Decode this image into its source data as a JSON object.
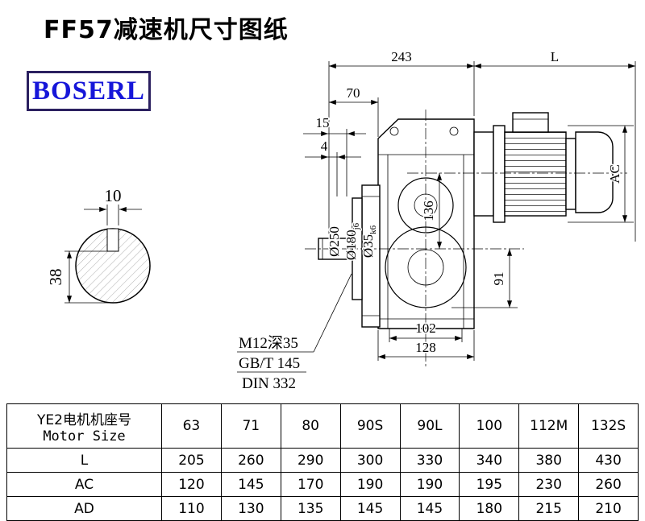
{
  "page": {
    "title": "FF57减速机尺寸图纸",
    "logo": "BOSERL"
  },
  "drawing": {
    "dims": {
      "top_width": "243",
      "motor_length": "L",
      "d70": "70",
      "d15": "15",
      "d4": "4",
      "key_width": "10",
      "shaft_section_height": "38",
      "flange_dia": "Ø250",
      "spigot_dia": "Ø180",
      "spigot_tol": "j6",
      "shaft_dia": "Ø35",
      "shaft_tol": "k6",
      "axis_height": "136",
      "motor_dia": "AC",
      "d91": "91",
      "d102": "102",
      "d128": "128"
    },
    "notes": {
      "tap": "M12深35",
      "std1": "GB/T 145",
      "std2": "DIN 332"
    }
  },
  "table": {
    "header": {
      "line1": "YE2电机机座号",
      "line2": "Motor Size"
    },
    "columns": [
      "63",
      "71",
      "80",
      "90S",
      "90L",
      "100",
      "112M",
      "132S"
    ],
    "rows": [
      {
        "label": "L",
        "values": [
          "205",
          "260",
          "290",
          "300",
          "330",
          "340",
          "380",
          "430"
        ]
      },
      {
        "label": "AC",
        "values": [
          "120",
          "145",
          "170",
          "190",
          "190",
          "195",
          "230",
          "260"
        ]
      },
      {
        "label": "AD",
        "values": [
          "110",
          "130",
          "135",
          "145",
          "145",
          "180",
          "215",
          "210"
        ]
      }
    ]
  }
}
